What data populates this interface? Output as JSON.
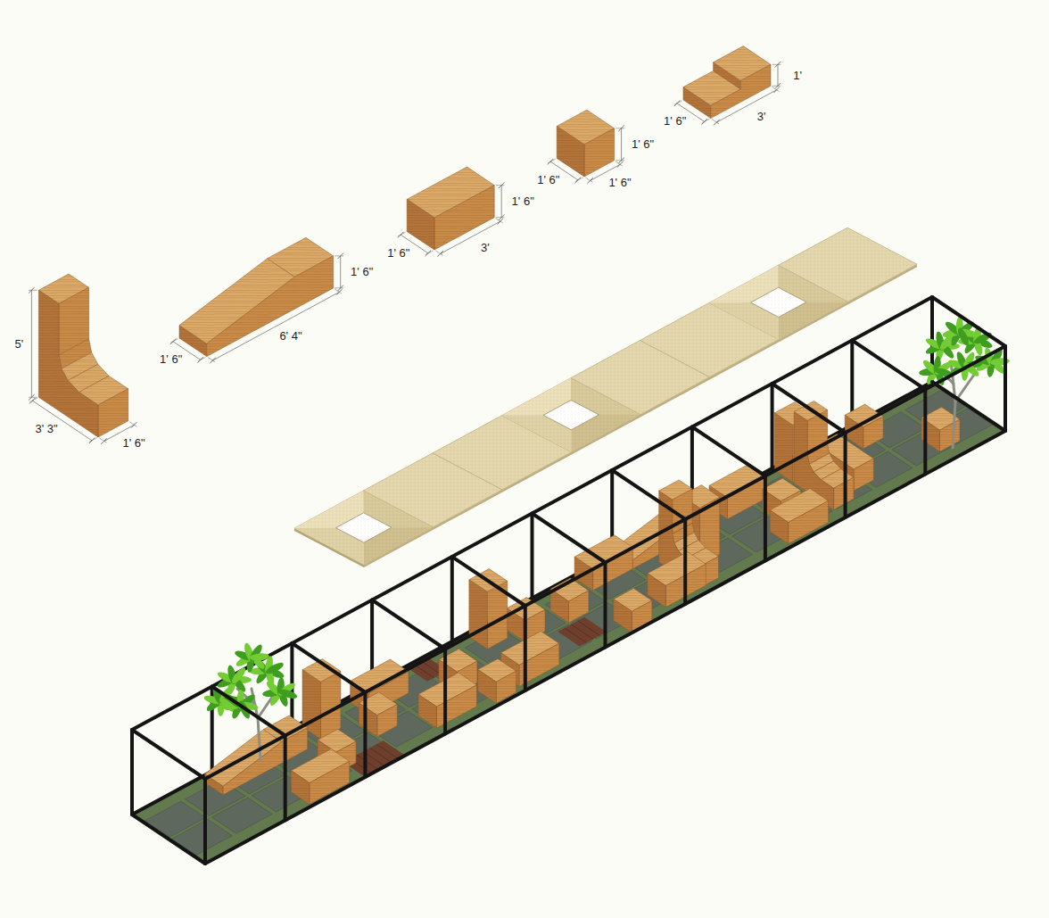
{
  "diagram": {
    "labels": [
      "1'",
      "1' 6\"",
      "3'",
      "1' 6\"",
      "1' 6\"",
      "1' 6\"",
      "1' 6\"",
      "1' 6\"",
      "3'",
      "1' 6\"",
      "1' 6\"",
      "6' 4\"",
      "5'",
      "3' 3\"",
      "1' 6\""
    ]
  }
}
